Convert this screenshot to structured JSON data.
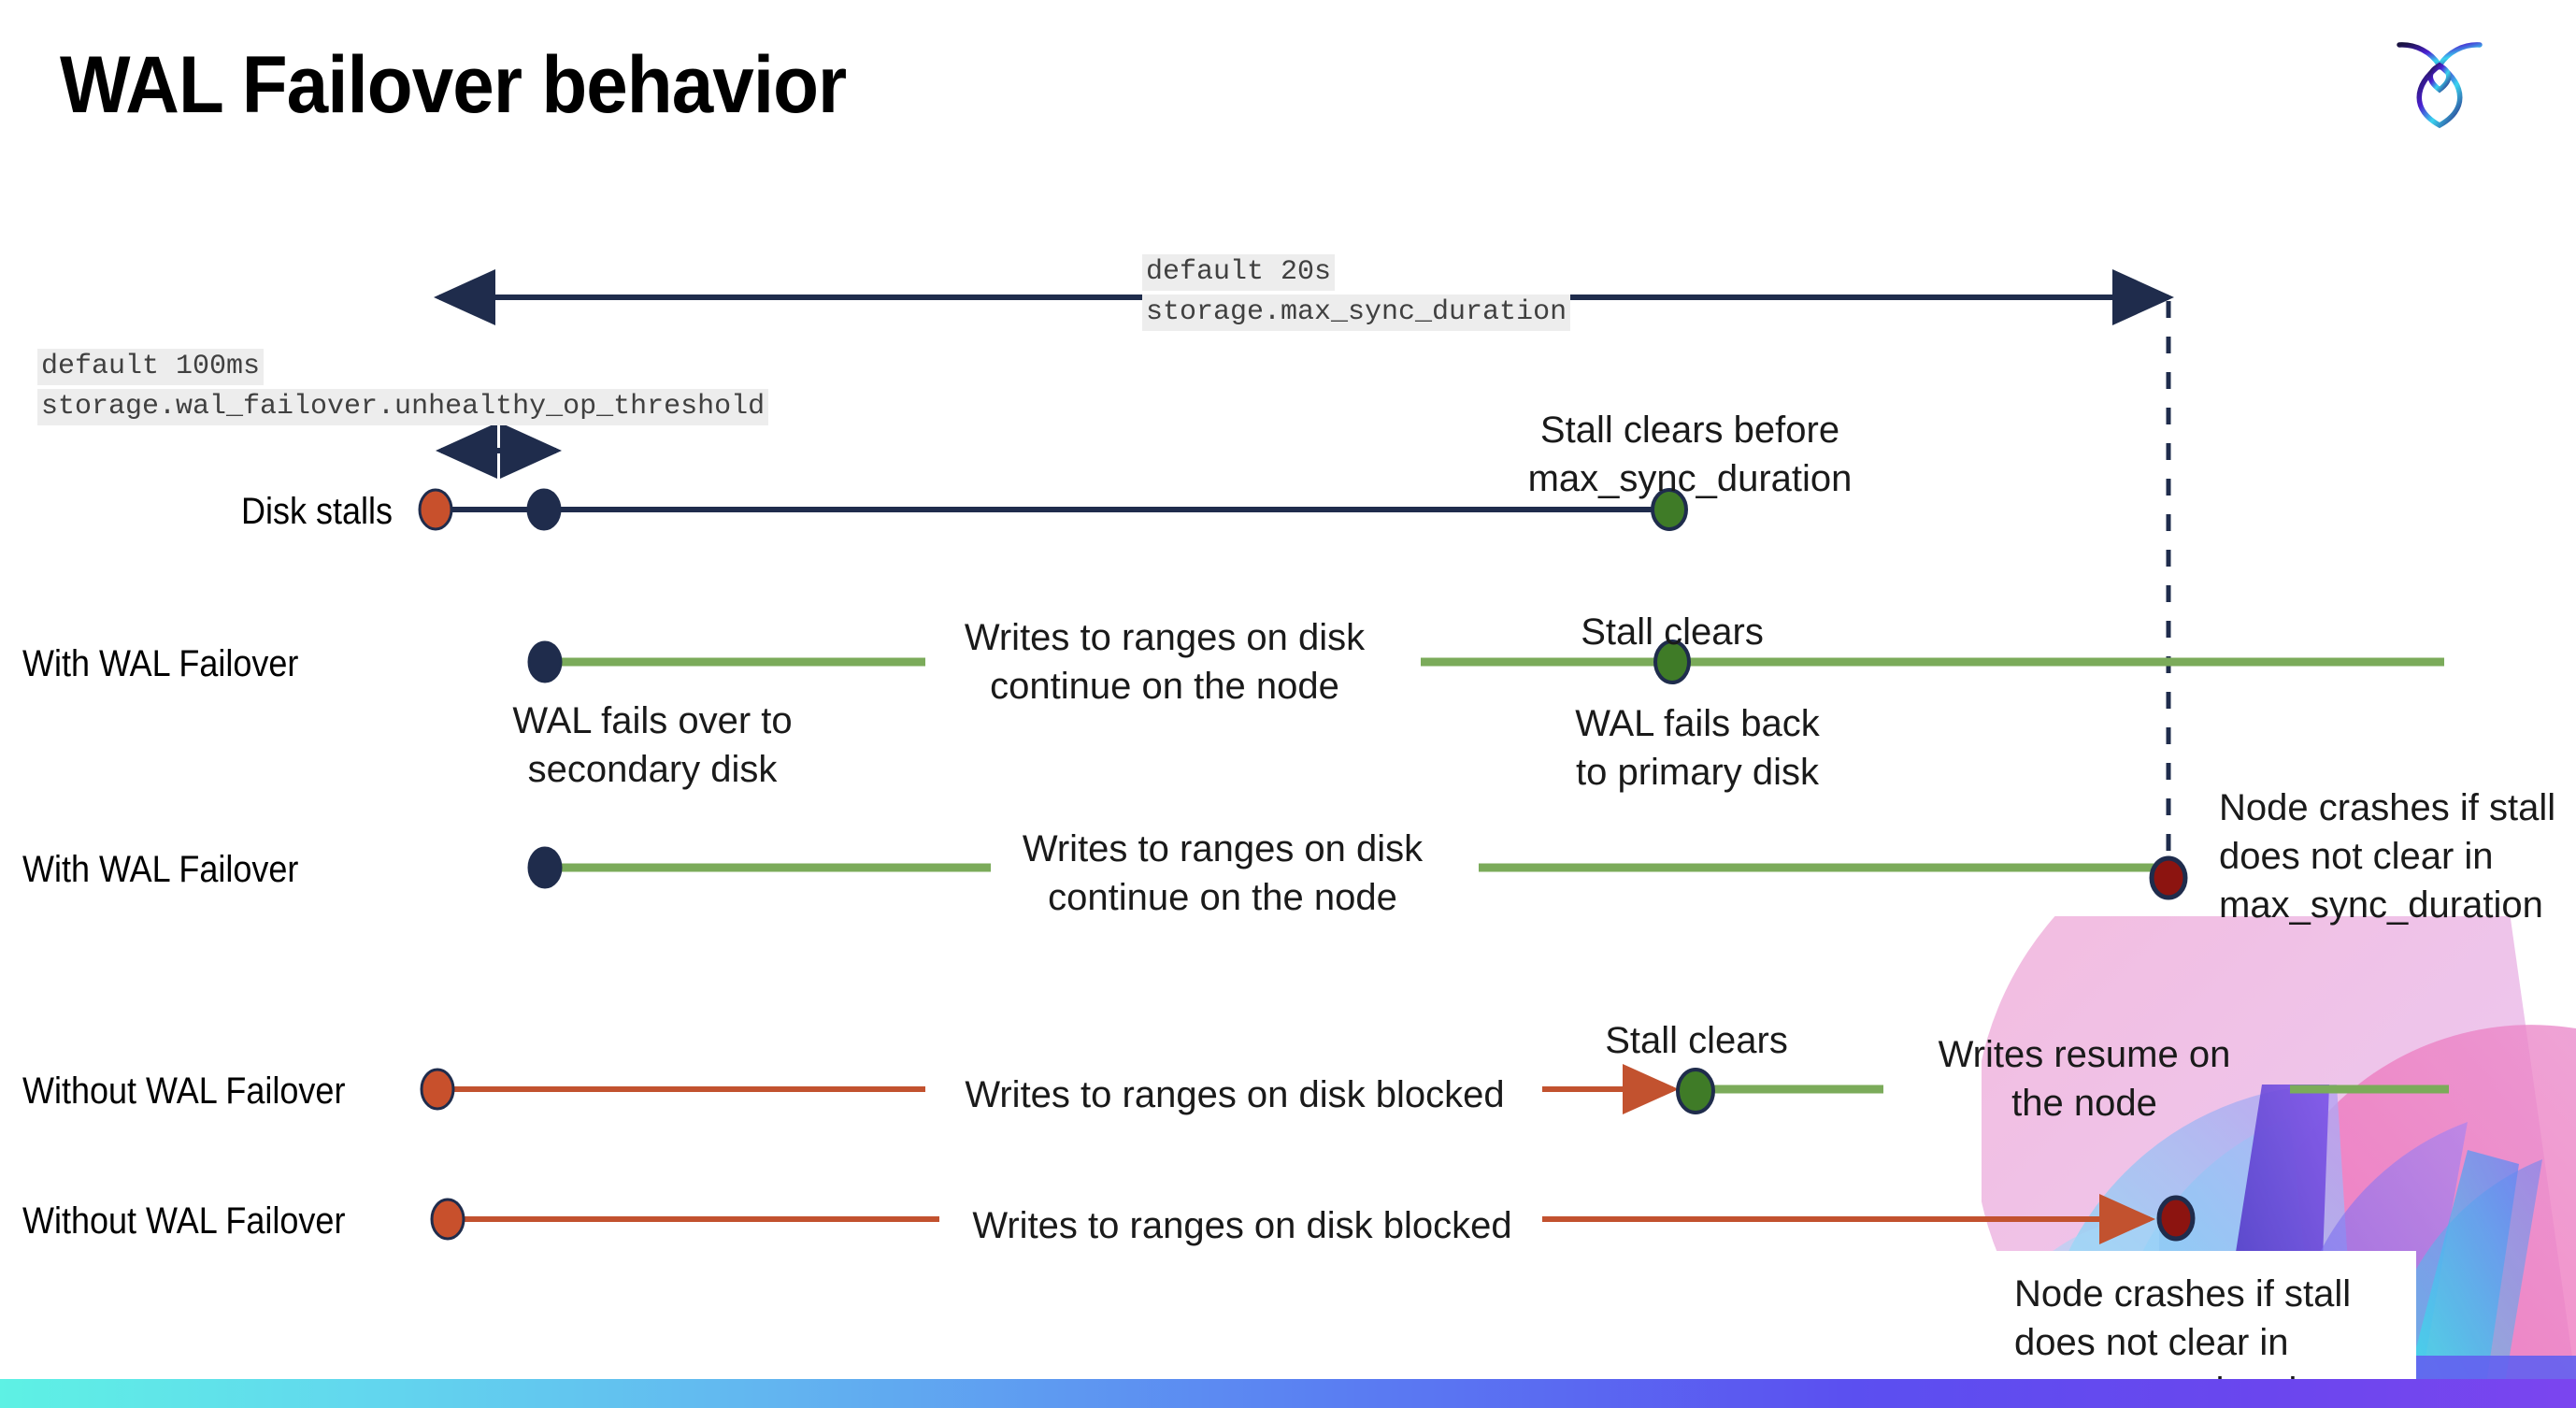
{
  "slide": {
    "title": "WAL Failover behavior",
    "logo_icon": "cockroachdb-logo-icon"
  },
  "settings": {
    "max_sync": {
      "default_label": "default 20s",
      "setting_name": "storage.max_sync_duration"
    },
    "unhealthy_op": {
      "default_label": "default 100ms",
      "setting_name": "storage.wal_failover.unhealthy_op_threshold"
    }
  },
  "rows": [
    {
      "label": "Disk stalls",
      "annotations": [
        "Stall clears before\nmax_sync_duration"
      ]
    },
    {
      "label": "With WAL Failover",
      "annotations": [
        "Writes to ranges on disk\ncontinue on the node",
        "Stall clears",
        "WAL fails over to\nsecondary disk",
        "WAL fails  back\nto primary disk"
      ]
    },
    {
      "label": "With WAL Failover",
      "annotations": [
        "Writes to ranges on disk\ncontinue on the node",
        "Node crashes if stall\ndoes not clear in\nmax_sync_duration"
      ]
    },
    {
      "label": "Without WAL Failover",
      "annotations": [
        "Writes to ranges on disk  blocked",
        "Stall clears",
        "Writes resume on\nthe node"
      ]
    },
    {
      "label": "Without WAL Failover",
      "annotations": [
        "Writes to ranges on disk  blocked",
        "Node crashes if stall\ndoes not clear in\nmax_sync_duration"
      ]
    }
  ],
  "colors": {
    "navy": "#1f2c4c",
    "green_line": "#7bab5a",
    "green_dot": "#3f7b27",
    "orange_dot": "#c8502c",
    "orange_line": "#c2522f",
    "dark_red_dot": "#8c1410",
    "code_text": "#404040",
    "code_bg": "#ededed"
  },
  "markers": {
    "stall_start": "orange-stall-start-dot",
    "failover": "navy-failover-dot",
    "stall_clear": "green-stall-clear-dot",
    "node_crash": "dark-red-node-crash-dot"
  }
}
